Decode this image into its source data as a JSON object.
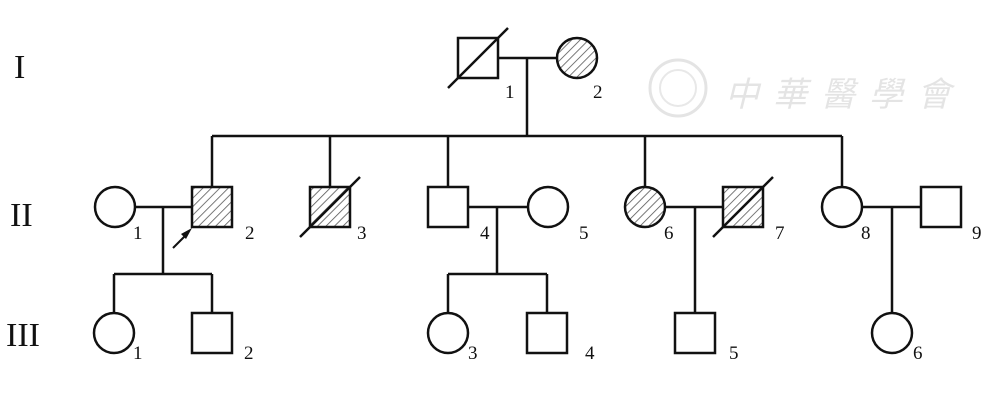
{
  "generations": [
    {
      "id": "I",
      "label": "I"
    },
    {
      "id": "II",
      "label": "II"
    },
    {
      "id": "III",
      "label": "III"
    }
  ],
  "individuals": [
    {
      "id": "I-1",
      "number": "1",
      "sex": "male",
      "affected": false,
      "deceased": true
    },
    {
      "id": "I-2",
      "number": "2",
      "sex": "female",
      "affected": true,
      "deceased": false
    },
    {
      "id": "II-1",
      "number": "1",
      "sex": "female",
      "affected": false,
      "deceased": false
    },
    {
      "id": "II-2",
      "number": "2",
      "sex": "male",
      "affected": true,
      "deceased": false,
      "proband": true
    },
    {
      "id": "II-3",
      "number": "3",
      "sex": "male",
      "affected": true,
      "deceased": true
    },
    {
      "id": "II-4",
      "number": "4",
      "sex": "male",
      "affected": false,
      "deceased": false
    },
    {
      "id": "II-5",
      "number": "5",
      "sex": "female",
      "affected": false,
      "deceased": false
    },
    {
      "id": "II-6",
      "number": "6",
      "sex": "female",
      "affected": true,
      "deceased": false
    },
    {
      "id": "II-7",
      "number": "7",
      "sex": "male",
      "affected": true,
      "deceased": true
    },
    {
      "id": "II-8",
      "number": "8",
      "sex": "female",
      "affected": false,
      "deceased": false
    },
    {
      "id": "II-9",
      "number": "9",
      "sex": "male",
      "affected": false,
      "deceased": false
    },
    {
      "id": "III-1",
      "number": "1",
      "sex": "female",
      "affected": false,
      "deceased": false
    },
    {
      "id": "III-2",
      "number": "2",
      "sex": "male",
      "affected": false,
      "deceased": false
    },
    {
      "id": "III-3",
      "number": "3",
      "sex": "female",
      "affected": false,
      "deceased": false
    },
    {
      "id": "III-4",
      "number": "4",
      "sex": "male",
      "affected": false,
      "deceased": false
    },
    {
      "id": "III-5",
      "number": "5",
      "sex": "male",
      "affected": false,
      "deceased": false
    },
    {
      "id": "III-6",
      "number": "6",
      "sex": "female",
      "affected": false,
      "deceased": false
    }
  ],
  "watermark": "中華醫學會",
  "colors": {
    "line": "#111111",
    "hatch": "#555555",
    "watermark": "#e2e2e2"
  }
}
